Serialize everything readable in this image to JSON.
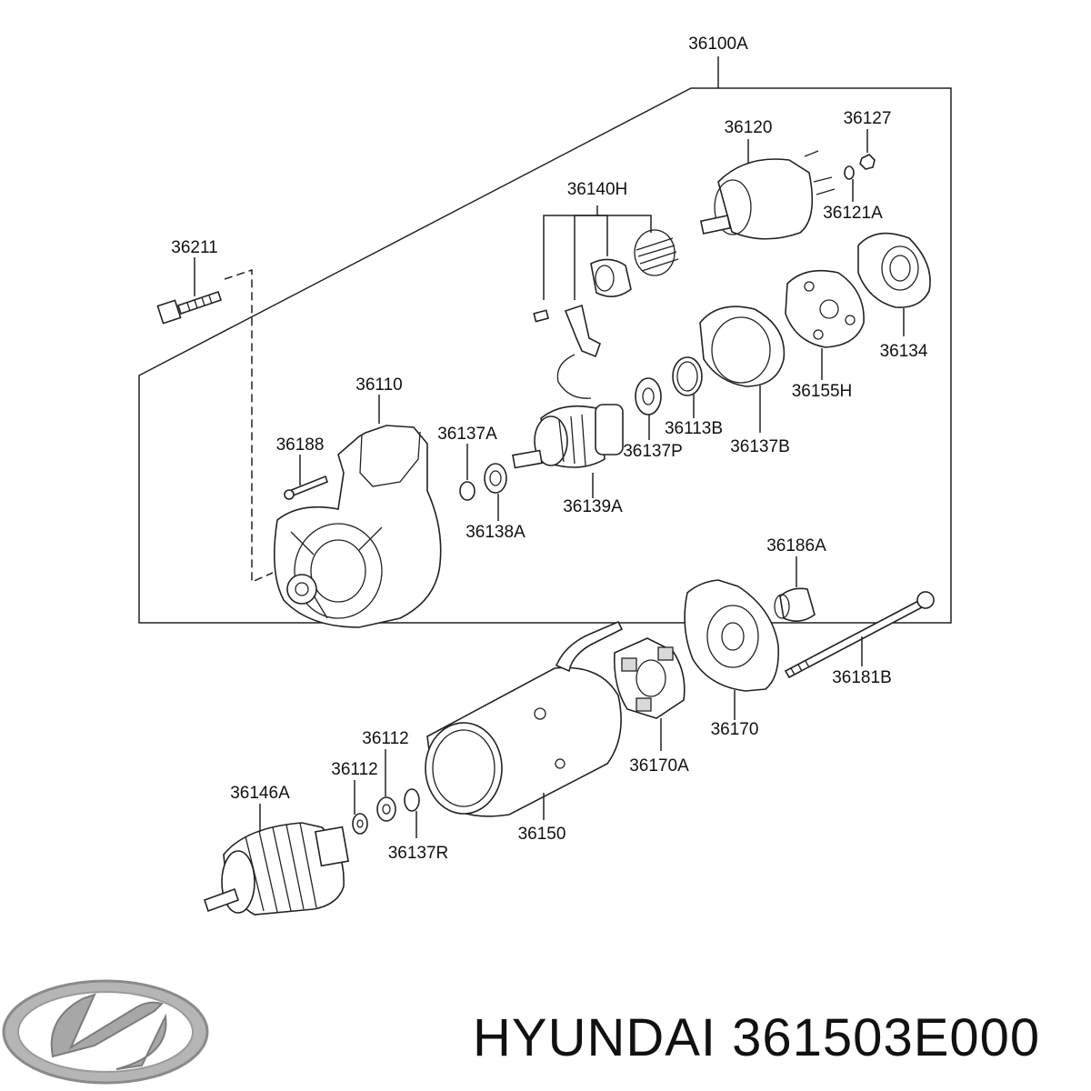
{
  "brand": {
    "name": "HYUNDAI",
    "part_number": "361503E000",
    "logo_icon": "hyundai-logo-icon"
  },
  "labels": {
    "l36100A": "36100A",
    "l36120": "36120",
    "l36127": "36127",
    "l36140H": "36140H",
    "l36121A": "36121A",
    "l36211": "36211",
    "l36134": "36134",
    "l36155H": "36155H",
    "l36110": "36110",
    "l36137A": "36137A",
    "l36113B": "36113B",
    "l36188": "36188",
    "l36137P": "36137P",
    "l36137B": "36137B",
    "l36139A": "36139A",
    "l36138A": "36138A",
    "l36186A": "36186A",
    "l36181B": "36181B",
    "l36170": "36170",
    "l36112a": "36112",
    "l36112b": "36112",
    "l36170A": "36170A",
    "l36146A": "36146A",
    "l36150": "36150",
    "l36137R": "36137R"
  }
}
